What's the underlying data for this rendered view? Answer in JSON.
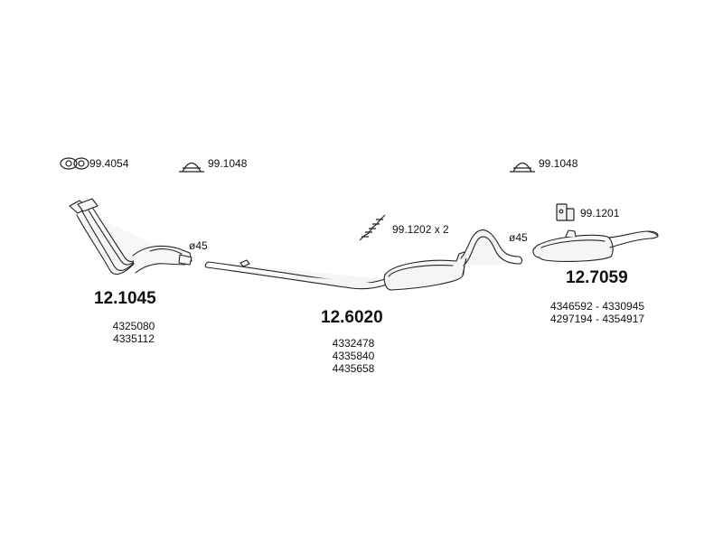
{
  "accessories": {
    "gasket": "99.4054",
    "clamp_left": "99.1048",
    "clamp_right": "99.1048",
    "spring": "99.1202 x 2",
    "hanger": "99.1201"
  },
  "diameters": {
    "left": "ø45",
    "right": "ø45"
  },
  "parts": [
    {
      "number": "12.1045",
      "oem": [
        "4325080",
        "4335112"
      ]
    },
    {
      "number": "12.6020",
      "oem": [
        "4332478",
        "4335840",
        "4435658"
      ]
    },
    {
      "number": "12.7059",
      "oem": [
        "4346592 - 4330945",
        "4297194 - 4354917"
      ]
    }
  ]
}
